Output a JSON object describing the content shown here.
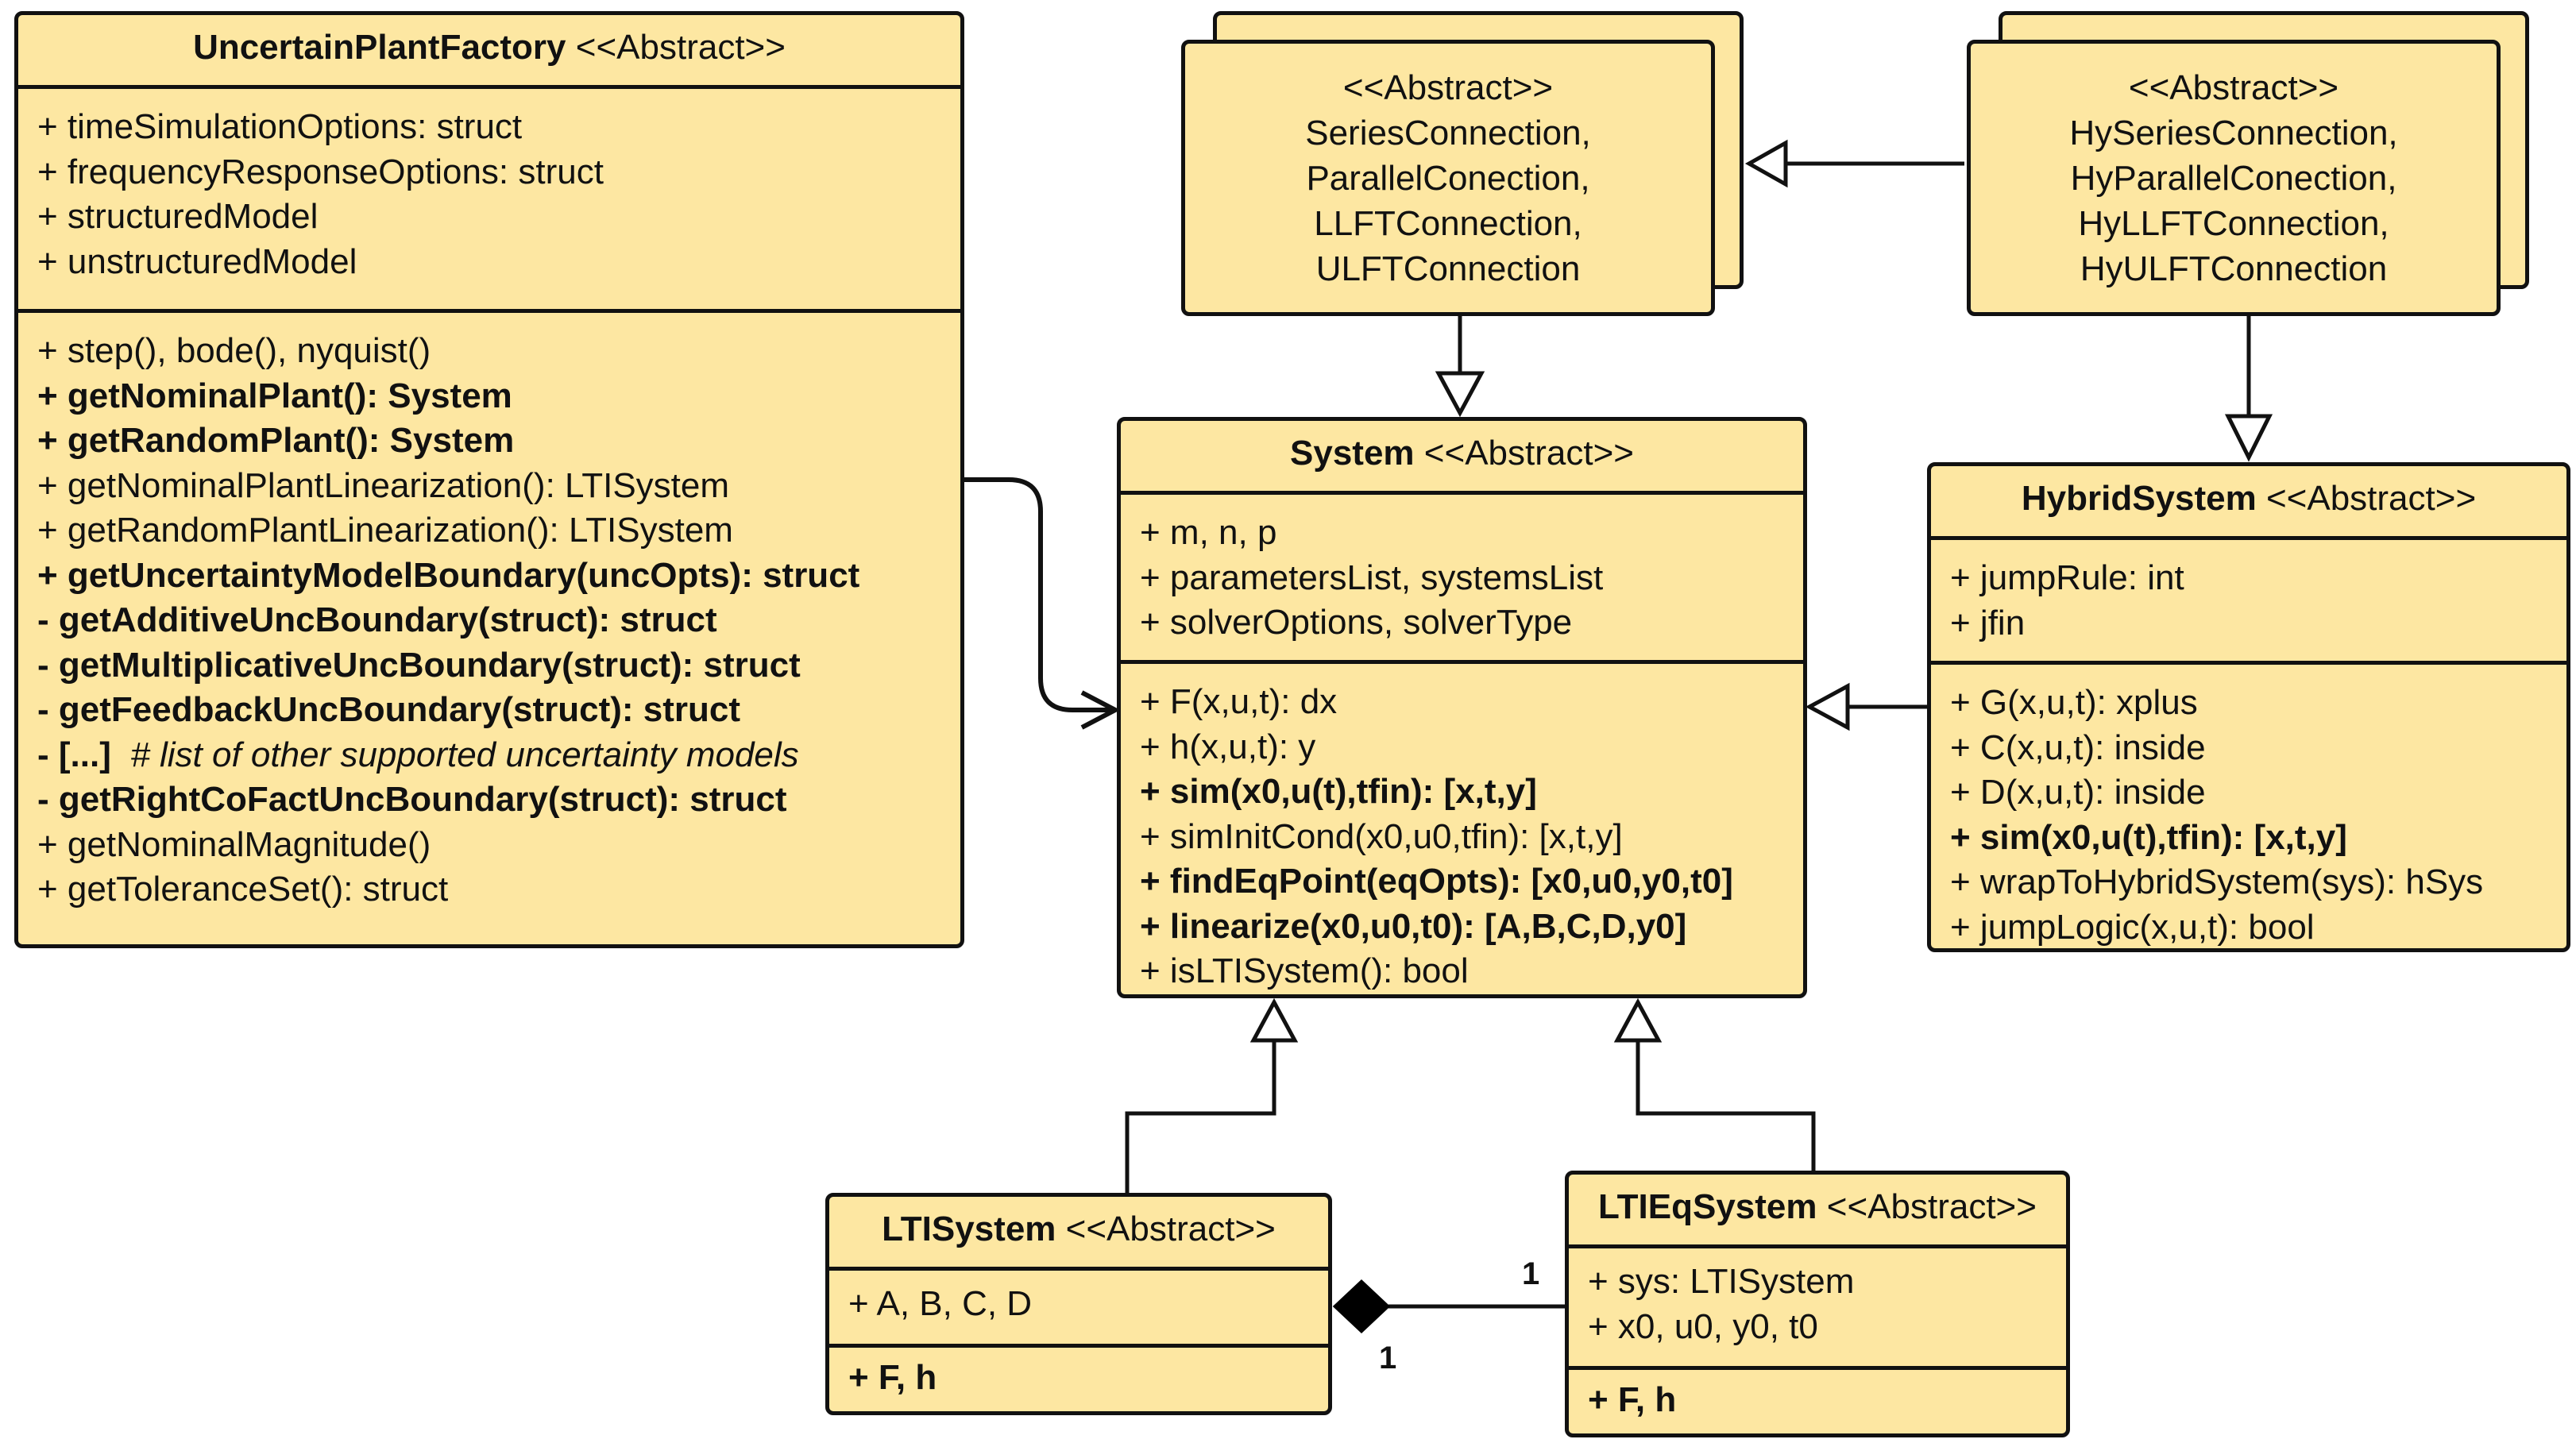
{
  "diagram": {
    "uncertain_plant_factory": {
      "name": "UncertainPlantFactory",
      "stereotype": "<<Abstract>>",
      "attributes": [
        "+ timeSimulationOptions: struct",
        "+ frequencyResponseOptions: struct",
        "+ structuredModel",
        "+ unstructuredModel"
      ],
      "methods": [
        {
          "text": "+ step(), bode(), nyquist()",
          "bold": false
        },
        {
          "text": "+ getNominalPlant(): System",
          "bold": true
        },
        {
          "text": "+ getRandomPlant(): System",
          "bold": true
        },
        {
          "text": "+ getNominalPlantLinearization(): LTISystem",
          "bold": false
        },
        {
          "text": "+ getRandomPlantLinearization(): LTISystem",
          "bold": false
        },
        {
          "text": "+ getUncertaintyModelBoundary(uncOpts): struct",
          "bold": true
        },
        {
          "text": "- getAdditiveUncBoundary(struct): struct",
          "bold": true
        },
        {
          "text": "- getMultiplicativeUncBoundary(struct): struct",
          "bold": true
        },
        {
          "text": "- getFeedbackUncBoundary(struct): struct",
          "bold": true
        },
        {
          "text": "- [...]",
          "bold": true,
          "comment": "# list of other supported uncertainty models"
        },
        {
          "text": "- getRightCoFactUncBoundary(struct): struct",
          "bold": true
        },
        {
          "text": "+ getNominalMagnitude()",
          "bold": false
        },
        {
          "text": "+ getToleranceSet(): struct",
          "bold": false
        }
      ]
    },
    "connections": {
      "lines": [
        "<<Abstract>>",
        "SeriesConnection,",
        "ParallelConection,",
        "LLFTConnection,",
        "ULFTConnection"
      ]
    },
    "hy_connections": {
      "lines": [
        "<<Abstract>>",
        "HySeriesConnection,",
        "HyParallelConection,",
        "HyLLFTConnection,",
        "HyULFTConnection"
      ]
    },
    "system": {
      "name": "System",
      "stereotype": "<<Abstract>>",
      "attributes": [
        "+ m, n, p",
        "+ parametersList, systemsList",
        "+ solverOptions, solverType"
      ],
      "methods": [
        {
          "text": "+ F(x,u,t): dx",
          "bold": false
        },
        {
          "text": "+ h(x,u,t): y",
          "bold": false
        },
        {
          "text": "+ sim(x0,u(t),tfin): [x,t,y]",
          "bold": true
        },
        {
          "text": "+ simInitCond(x0,u0,tfin): [x,t,y]",
          "bold": false
        },
        {
          "text": "+ findEqPoint(eqOpts): [x0,u0,y0,t0]",
          "bold": true
        },
        {
          "text": "+ linearize(x0,u0,t0): [A,B,C,D,y0]",
          "bold": true
        },
        {
          "text": "+ isLTISystem(): bool",
          "bold": false
        }
      ]
    },
    "hybrid_system": {
      "name": "HybridSystem",
      "stereotype": "<<Abstract>>",
      "attributes": [
        "+ jumpRule: int",
        "+ jfin"
      ],
      "methods": [
        {
          "text": "+ G(x,u,t): xplus",
          "bold": false
        },
        {
          "text": "+ C(x,u,t): inside",
          "bold": false
        },
        {
          "text": "+ D(x,u,t): inside",
          "bold": false
        },
        {
          "text": "+ sim(x0,u(t),tfin): [x,t,y]",
          "bold": true
        },
        {
          "text": "+ wrapToHybridSystem(sys): hSys",
          "bold": false
        },
        {
          "text": "+ jumpLogic(x,u,t): bool",
          "bold": false
        }
      ]
    },
    "lti_system": {
      "name": "LTISystem",
      "stereotype": "<<Abstract>>",
      "attributes": [
        "+ A, B, C, D"
      ],
      "methods": [
        {
          "text": "+ F, h",
          "bold": true
        }
      ]
    },
    "lti_eq_system": {
      "name": "LTIEqSystem",
      "stereotype": "<<Abstract>>",
      "attributes": [
        "+ sys: LTISystem",
        "+ x0, u0, y0, t0"
      ],
      "methods": [
        {
          "text": "+ F, h",
          "bold": true
        }
      ]
    },
    "multiplicities": {
      "composition_whole": "1",
      "composition_part": "1"
    }
  }
}
